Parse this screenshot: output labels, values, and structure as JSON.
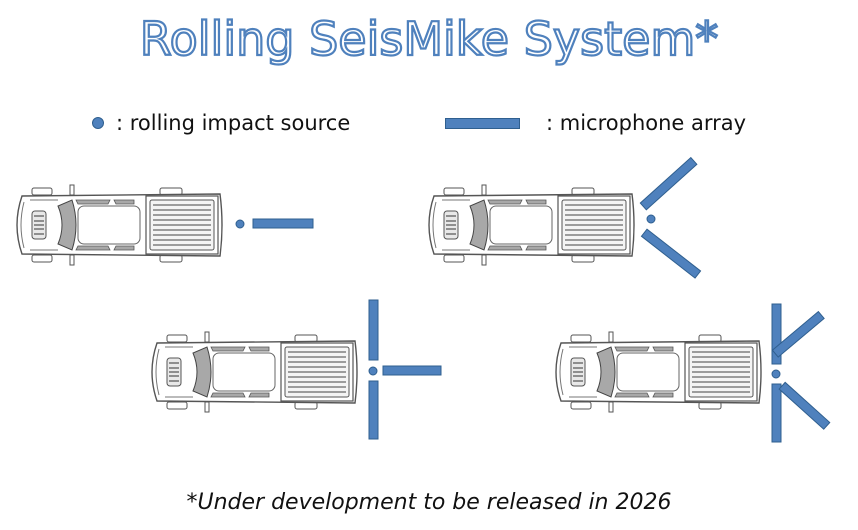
{
  "title": "Rolling SeisMike System*",
  "legend": {
    "source_label": ": rolling impact source",
    "array_label": ": microphone array"
  },
  "footnote": "*Under development to be released in 2026",
  "colors": {
    "array_fill": "#4f81bd",
    "array_stroke": "#2f5f8f",
    "title_outline": "#4f81bd",
    "truck_outline": "#555555"
  },
  "configurations": [
    {
      "name": "single-line-array"
    },
    {
      "name": "v-shaped-array"
    },
    {
      "name": "t-shaped-array"
    },
    {
      "name": "k-shaped-array"
    }
  ]
}
